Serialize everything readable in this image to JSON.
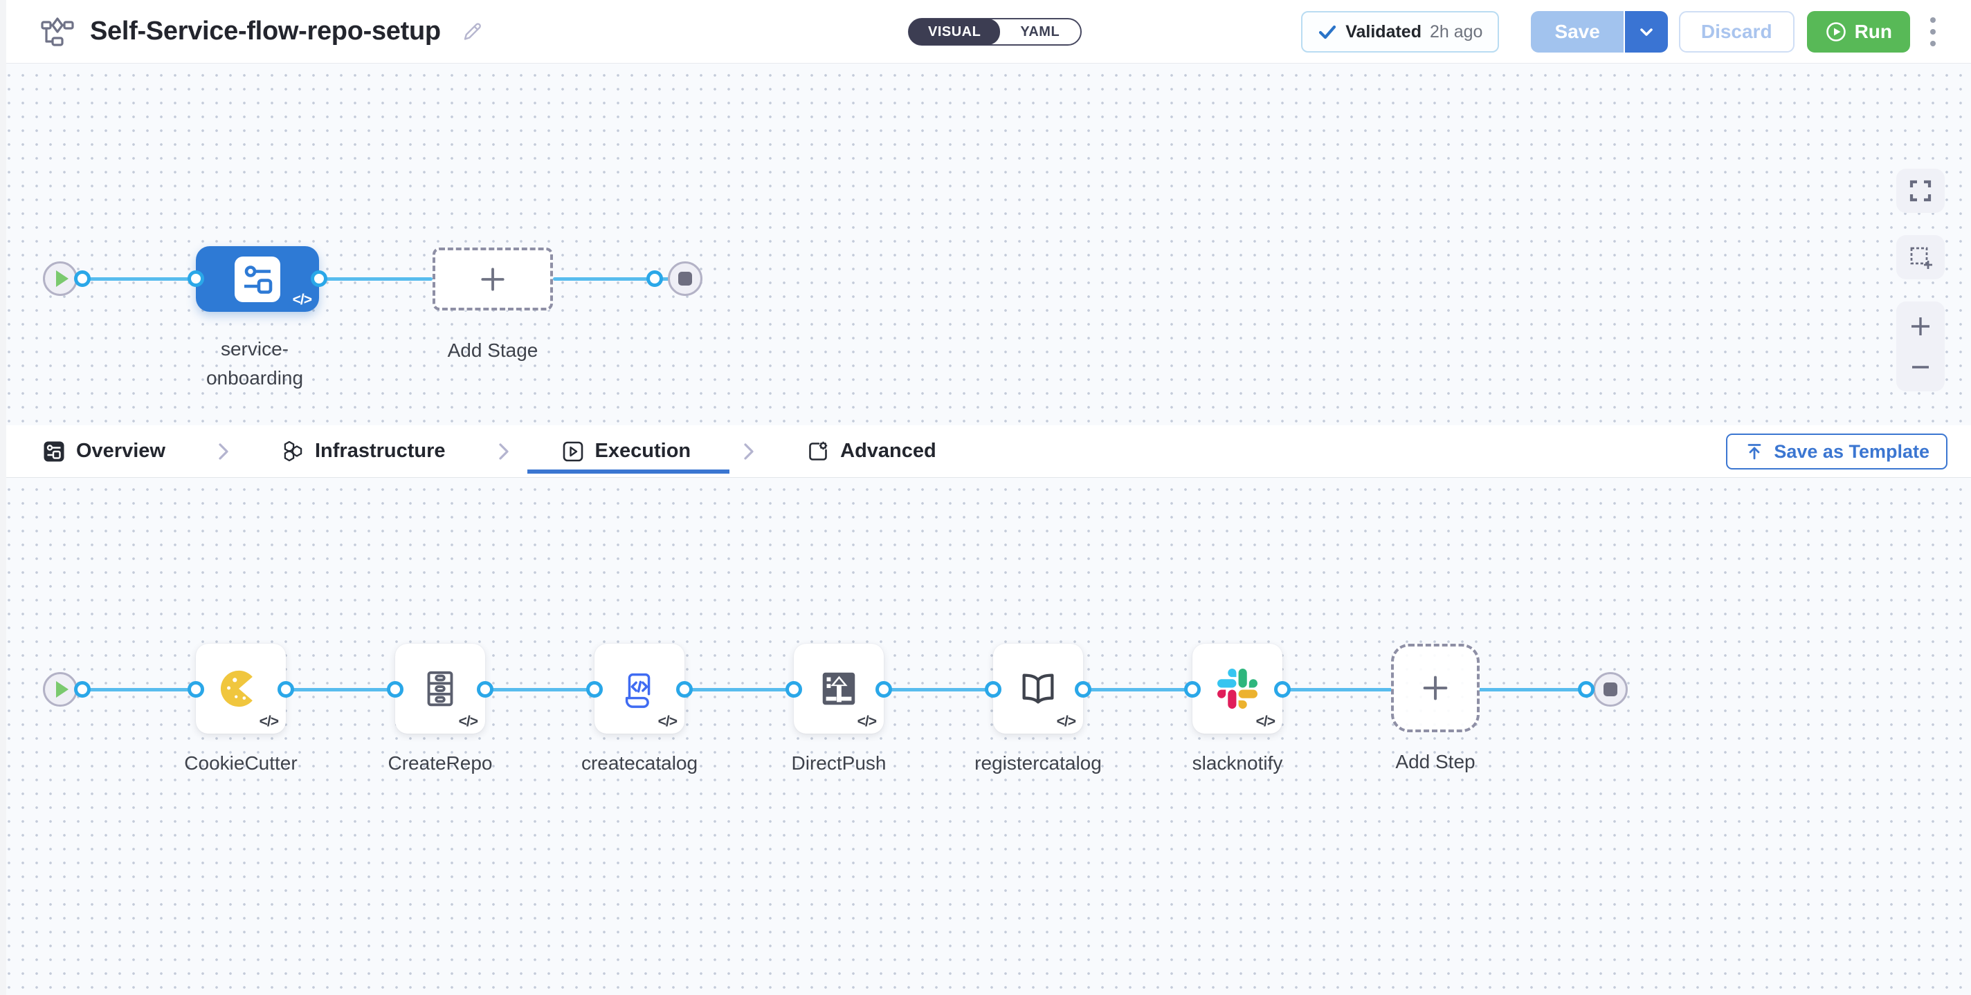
{
  "header": {
    "title": "Self-Service-flow-repo-setup",
    "mode_toggle": {
      "visual_label": "VISUAL",
      "yaml_label": "YAML"
    },
    "validated_badge": {
      "label": "Validated",
      "time": "2h ago"
    },
    "save_label": "Save",
    "discard_label": "Discard",
    "run_label": "Run"
  },
  "stage_canvas": {
    "stage_name_line1": "service-",
    "stage_name_line2": "onboarding",
    "add_stage_label": "Add Stage",
    "code_badge": "</>"
  },
  "tabs": {
    "items": [
      {
        "label": "Overview"
      },
      {
        "label": "Infrastructure"
      },
      {
        "label": "Execution"
      },
      {
        "label": "Advanced"
      }
    ],
    "active_tab": "Execution",
    "save_as_template_label": "Save as Template"
  },
  "execution_canvas": {
    "steps": [
      {
        "label": "CookieCutter"
      },
      {
        "label": "CreateRepo"
      },
      {
        "label": "createcatalog"
      },
      {
        "label": "DirectPush"
      },
      {
        "label": "registercatalog"
      },
      {
        "label": "slacknotify"
      }
    ],
    "add_step_label": "Add Step",
    "code_badge": "</>"
  },
  "colors": {
    "accent_blue": "#3b76d1",
    "node_blue": "#2e7ad5",
    "connector_blue": "#58bcee",
    "run_green": "#58b957",
    "toggle_dark": "#3c3d52",
    "slack": [
      "#36C5F0",
      "#2EB67D",
      "#ECB22E",
      "#E01E5A"
    ],
    "cookiecutter_yellow": "#f0c63e"
  }
}
